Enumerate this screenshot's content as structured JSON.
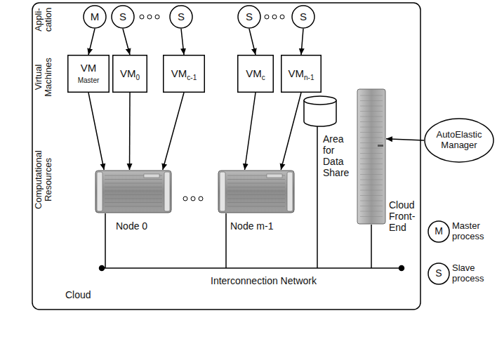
{
  "diagram": {
    "nodes": [
      {
        "text": [
          "Cloud"
        ]
      },
      {
        "text": [
          "M"
        ],
        "in": 0
      },
      {
        "text": [
          "S"
        ],
        "in": 0
      },
      {
        "text": [
          "S"
        ],
        "in": 0
      },
      {
        "text": [
          "S"
        ],
        "in": 0
      },
      {
        "text": [
          "S"
        ],
        "in": 0
      },
      {
        "text": [
          "VM",
          "Master"
        ],
        "in": 0
      },
      {
        "text": [
          "VM",
          "0"
        ],
        "in": 0
      },
      {
        "text": [
          "VM",
          "c-1"
        ],
        "in": 0
      },
      {
        "text": [
          "VM",
          "c"
        ],
        "in": 0
      },
      {
        "text": [
          "VM",
          "n-1"
        ],
        "in": 0
      },
      {
        "text": [
          "Node 0"
        ],
        "in": 0
      },
      {
        "text": [
          "Node m-1"
        ],
        "in": 0
      },
      {
        "text": [
          "Area for Data Share"
        ],
        "in": 0
      },
      {
        "text": [
          "Cloud Front-End"
        ],
        "in": 0
      },
      {
        "text": [
          "AutoElastic Manager"
        ]
      }
    ],
    "edges": [
      {
        "from": 1,
        "to": 6,
        "arrow": "to"
      },
      {
        "from": 2,
        "to": 7,
        "arrow": "to"
      },
      {
        "from": 3,
        "to": 8,
        "arrow": "to"
      },
      {
        "from": 4,
        "to": 9,
        "arrow": "to"
      },
      {
        "from": 5,
        "to": 10,
        "arrow": "to"
      },
      {
        "from": 6,
        "to": 11,
        "arrow": "to"
      },
      {
        "from": 7,
        "to": 11,
        "arrow": "to"
      },
      {
        "from": 8,
        "to": 11,
        "arrow": "to"
      },
      {
        "from": 9,
        "to": 12,
        "arrow": "to"
      },
      {
        "from": 10,
        "to": 12,
        "arrow": "to"
      },
      {
        "from": 15,
        "to": 14,
        "arrow": "to"
      }
    ],
    "labels": [
      "Appli- cation",
      "Virtual Machines",
      "Computational Resources",
      "Interconnection Network",
      "M",
      "S"
    ],
    "legend": [
      {
        "text": "Master process"
      },
      {
        "text": "Slave process"
      }
    ]
  }
}
